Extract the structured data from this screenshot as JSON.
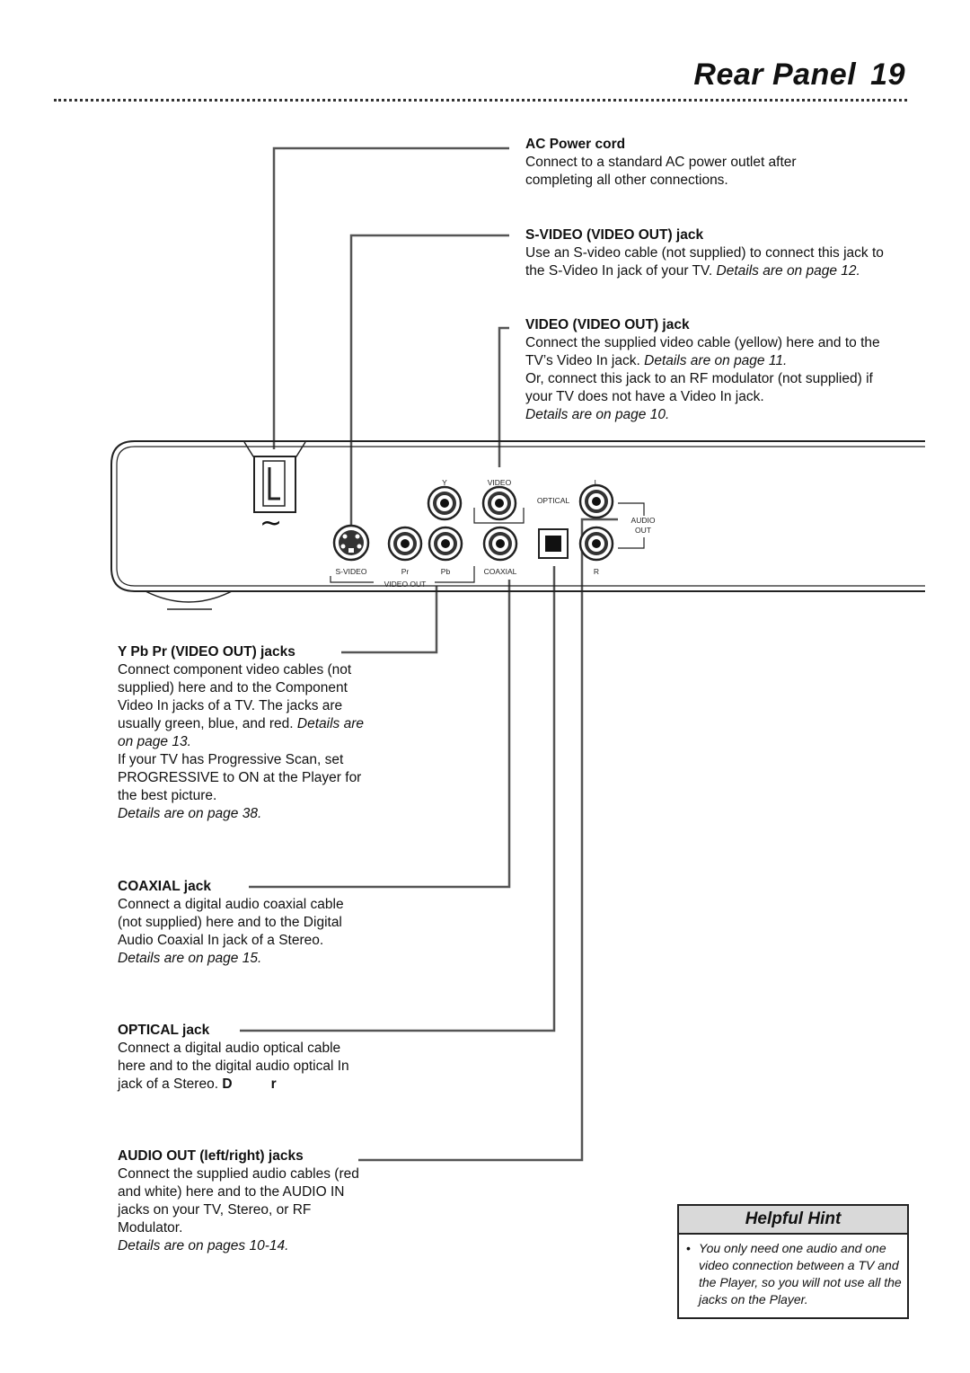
{
  "header": {
    "title": "Rear Panel",
    "page_number": "19"
  },
  "ac_power": {
    "heading": "AC Power cord",
    "text": "Connect to a standard AC power outlet after completing all other connections."
  },
  "svideo": {
    "heading": "S-VIDEO (VIDEO OUT) jack",
    "text": "Use an S-video cable (not supplied) to connect this jack to the S-Video In jack of your TV.",
    "details": "Details are on page 12."
  },
  "video": {
    "heading": "VIDEO (VIDEO OUT) jack",
    "text1": "Connect the supplied video cable (yellow) here and to the TV’s Video In jack.",
    "details1": "Details are on page 11.",
    "text2": "Or, connect this jack to an RF modulator (not supplied) if your TV does not have a Video In jack.",
    "details2": "Details are on page 10."
  },
  "ypbpr": {
    "heading": "Y Pb Pr (VIDEO OUT) jacks",
    "text1": "Connect component video cables (not supplied) here and to the Component Video In jacks of a TV. The jacks are usually green, blue, and red.",
    "details1": "Details are on page 13.",
    "text2": "If your TV has Progressive Scan, set PROGRESSIVE to ON at the Player for the best picture.",
    "details2": "Details are on page 38."
  },
  "coaxial": {
    "heading": "COAXIAL jack",
    "text": "Connect a digital audio coaxial cable (not supplied) here and to the Digital Audio Coaxial In jack of a Stereo.",
    "details": "Details are on page 15."
  },
  "optical": {
    "heading": "OPTICAL jack",
    "text": "Connect a digital audio optical cable here and to the digital audio optical In jack of a Stereo.",
    "details": "D          r"
  },
  "audio_out": {
    "heading": "AUDIO OUT (left/right) jacks",
    "text": "Connect the supplied audio cables (red and white) here and to the AUDIO IN jacks on your TV, Stereo, or RF Modulator.",
    "details": "Details are on pages 10-14."
  },
  "panel_labels": {
    "y": "Y",
    "video": "VIDEO",
    "optical": "OPTICAL",
    "l": "L",
    "audio": "AUDIO",
    "out": "OUT",
    "svideo": "S-VIDEO",
    "pr": "Pr",
    "pb": "Pb",
    "coaxial": "COAXIAL",
    "r": "R",
    "video_out": "VIDEO  OUT",
    "ac_symbol": "~"
  },
  "hint": {
    "title": "Helpful Hint",
    "bullet": "•",
    "text": "You only need one audio and one video connection between a TV and the Player, so you will not use all the jacks on the Player."
  }
}
